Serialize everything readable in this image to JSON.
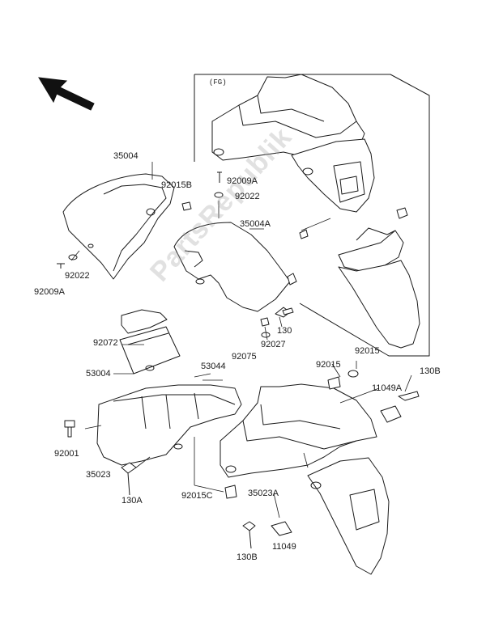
{
  "watermark": "PartsRepublik",
  "inset_label": "(FG)",
  "labels": {
    "l35004": "35004",
    "l92015b": "92015B",
    "l92009a_top": "92009A",
    "l92022_top": "92022",
    "l35004a": "35004A",
    "l92022_left": "92022",
    "l92009a_left": "92009A",
    "l130": "130",
    "l92027": "92027",
    "l92075": "92075",
    "l92072": "92072",
    "l53004": "53004",
    "l53044": "53044",
    "l92015": "92015",
    "l92015_b": "92015",
    "l11049a": "11049A",
    "l130b_right": "130B",
    "l92001": "92001",
    "l35023": "35023",
    "l130a": "130A",
    "l92015c": "92015C",
    "l35023a": "35023A",
    "l130b_bottom": "130B",
    "l11049": "11049"
  },
  "icons": {
    "direction_arrow": "front-direction-arrow-icon"
  }
}
